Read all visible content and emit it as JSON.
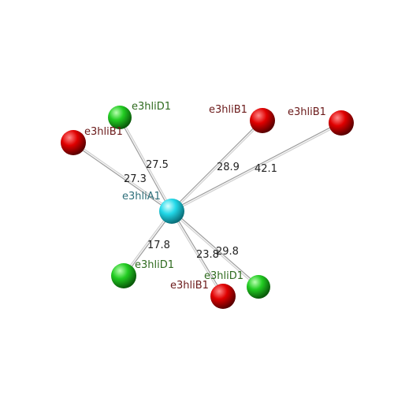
{
  "colors": {
    "background": "#ffffff",
    "bond": "#c8c8c8",
    "red_atom": "#d40000",
    "green_atom": "#22cc22",
    "cyan_atom": "#22d8e8",
    "red_label": "#6b1a1a",
    "green_label": "#2f6b1f",
    "cyan_label": "#2e6f7a"
  },
  "center": {
    "label": "e3hliA1",
    "kind": "cyan"
  },
  "neighbors": [
    {
      "label": "e3hliD1",
      "kind": "green",
      "distance": "27.5"
    },
    {
      "label": "e3hliB1",
      "kind": "red",
      "distance": "27.3"
    },
    {
      "label": "e3hliB1",
      "kind": "red",
      "distance": "28.9"
    },
    {
      "label": "e3hliB1",
      "kind": "red",
      "distance": "42.1"
    },
    {
      "label": "e3hliD1",
      "kind": "green",
      "distance": "17.8"
    },
    {
      "label": "e3hliB1",
      "kind": "red",
      "distance": "23.8"
    },
    {
      "label": "e3hliD1",
      "kind": "green",
      "distance": "29.8"
    }
  ]
}
